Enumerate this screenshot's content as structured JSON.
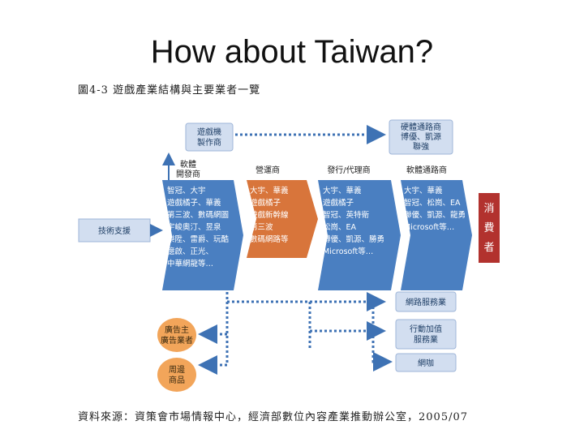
{
  "slide": {
    "title": "How about Taiwan?",
    "figure_caption": "圖4-3  遊戲產業結構與主要業者一覽",
    "source": "資料來源：資策會市場情報中心，經濟部數位內容產業推動辦公室，2005/07"
  },
  "diagram": {
    "developer_box": [
      "遊戲機",
      "製作商"
    ],
    "channel_box": [
      "硬體通路商",
      "博優、凱源",
      "聯強"
    ],
    "tech_support": "技術支援",
    "software_dev_header": [
      "軟體",
      "開發商"
    ],
    "operator_header": "營運商",
    "publisher_header": "發行/代理商",
    "software_channel_header": "軟體通路商",
    "software_dev_list": [
      "智冠、大宇",
      "遊戲橘子、華義",
      "第三波、數碼網圖",
      "宇峻奧汀、昱泉",
      "樂陞、雷爵、玩酷",
      "億啟、正光、",
      "中華網龍等…"
    ],
    "operator_list": [
      "大宇、華義",
      "遊戲橘子",
      "遊戲新幹線",
      "第三波",
      "數碼網路等"
    ],
    "publisher_list": [
      "大宇、華義",
      "遊戲橘子",
      "智冠、英特衛",
      "松崗、EA",
      "博優、凱源、勝勇",
      "Microsoft等…"
    ],
    "software_channel_list": [
      "大宇、華義",
      "智冠、松崗、EA",
      "聯優、凱源、龍勇",
      "Microsoft等…"
    ],
    "consumer": [
      "消",
      "費",
      "者"
    ],
    "service_boxes": [
      [
        "網路服務業"
      ],
      [
        "行動加值",
        "服務業"
      ],
      [
        "網咖"
      ]
    ],
    "side_ovals": [
      [
        "廣告主",
        "廣告業者"
      ],
      [
        "周邊",
        "商品"
      ]
    ]
  },
  "colors": {
    "blue": "#4a7fc1",
    "orange": "#d8753b",
    "red": "#b2322e",
    "light_blue_box": "#d2def0",
    "oval": "#f2a55a",
    "dotted": "#3e72b4"
  }
}
